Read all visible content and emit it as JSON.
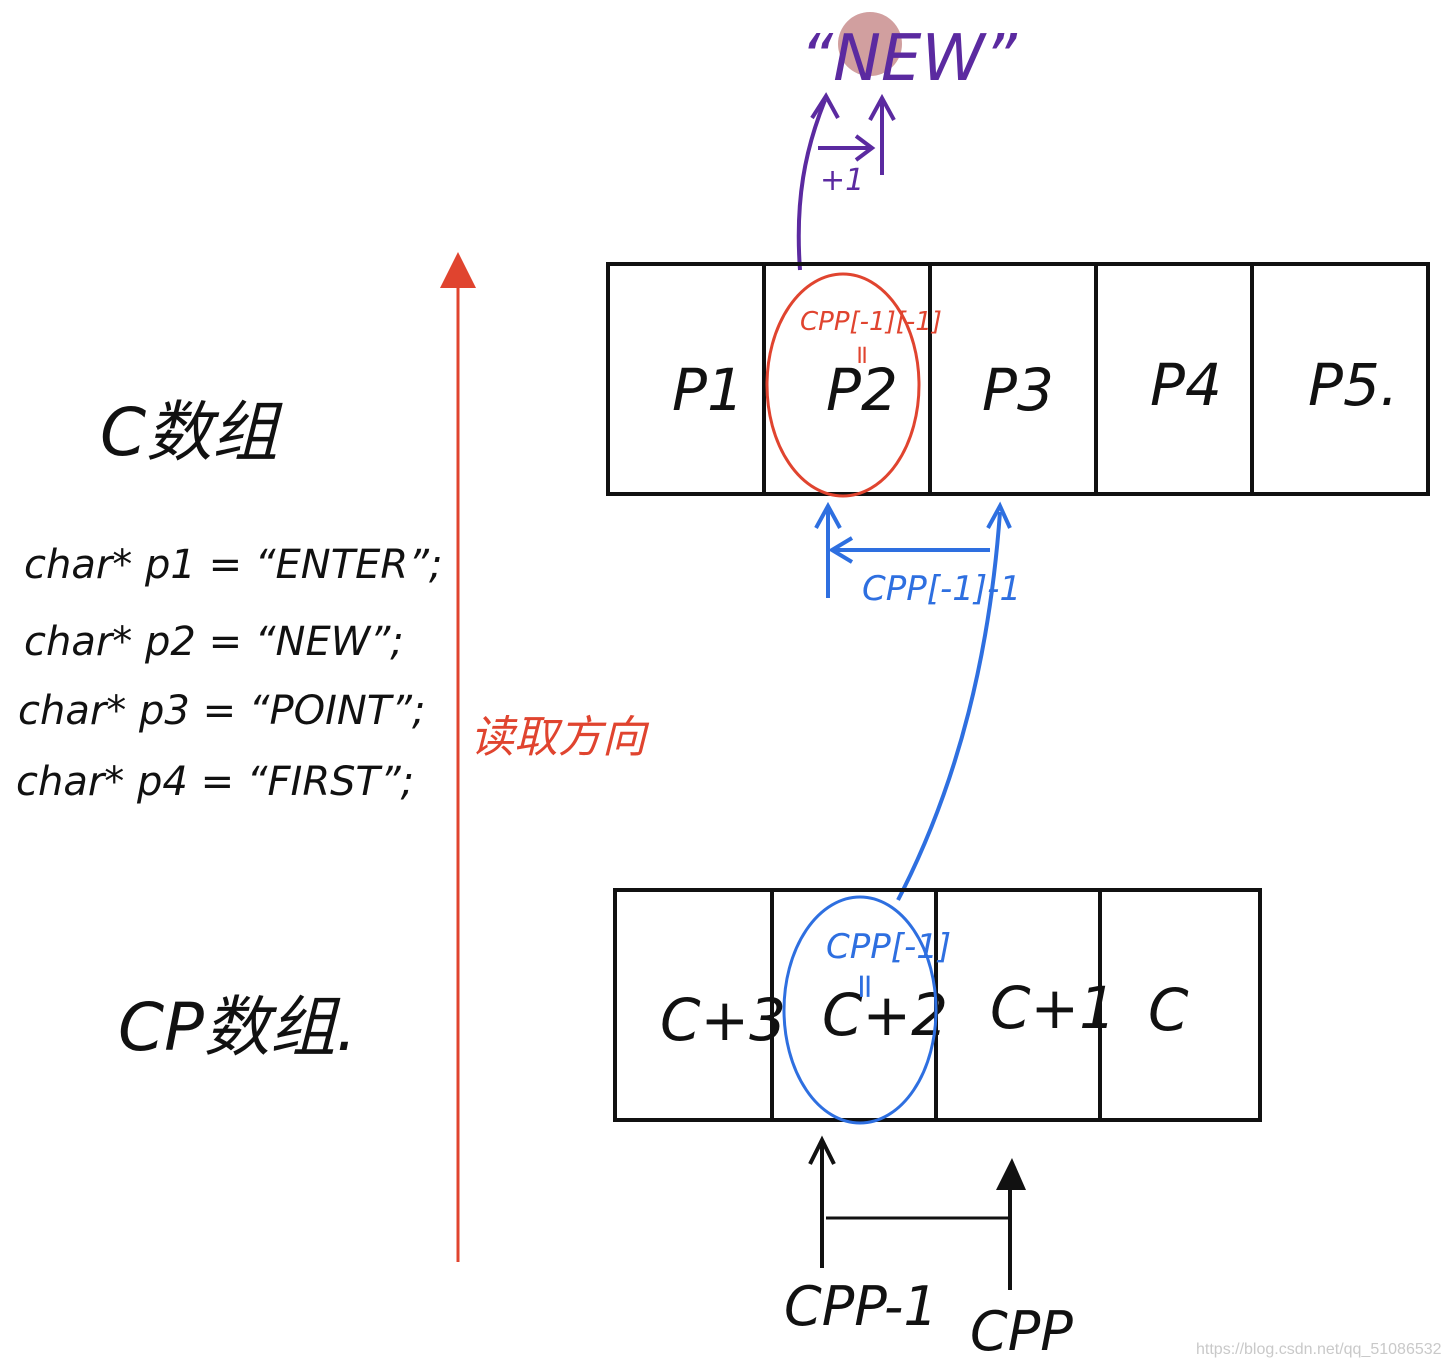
{
  "top_string": "“NEW”",
  "plus_one": "+1",
  "c_array": {
    "title": "C数组",
    "cells": [
      "P1",
      "P2",
      "P3",
      "P4",
      "P5."
    ]
  },
  "cpp_top_note": "CPP[-1][-1]",
  "eq_top": "=",
  "cpp_mid_note": "CPP[-1]-1",
  "code_lines": [
    "char*  p1 = “ENTER”;",
    "char*  p2 = “NEW”;",
    "char*  p3 = “POINT”;",
    "char*  p4 = “FIRST”;"
  ],
  "read_direction": "读取方向",
  "cp_array": {
    "title": "CP数组.",
    "cells": [
      "C+3",
      "C+2",
      "C+1",
      "C"
    ]
  },
  "cpp_low_note": "CPP[-1]",
  "eq_low": "=",
  "ptr_left": "CPP-1",
  "ptr_right": "CPP",
  "watermark": "https://blog.csdn.net/qq_51086532",
  "colors": {
    "red": "#e0442f",
    "blue": "#2e6fe0",
    "purple": "#5b2aa0",
    "pink": "#c98e8e"
  }
}
